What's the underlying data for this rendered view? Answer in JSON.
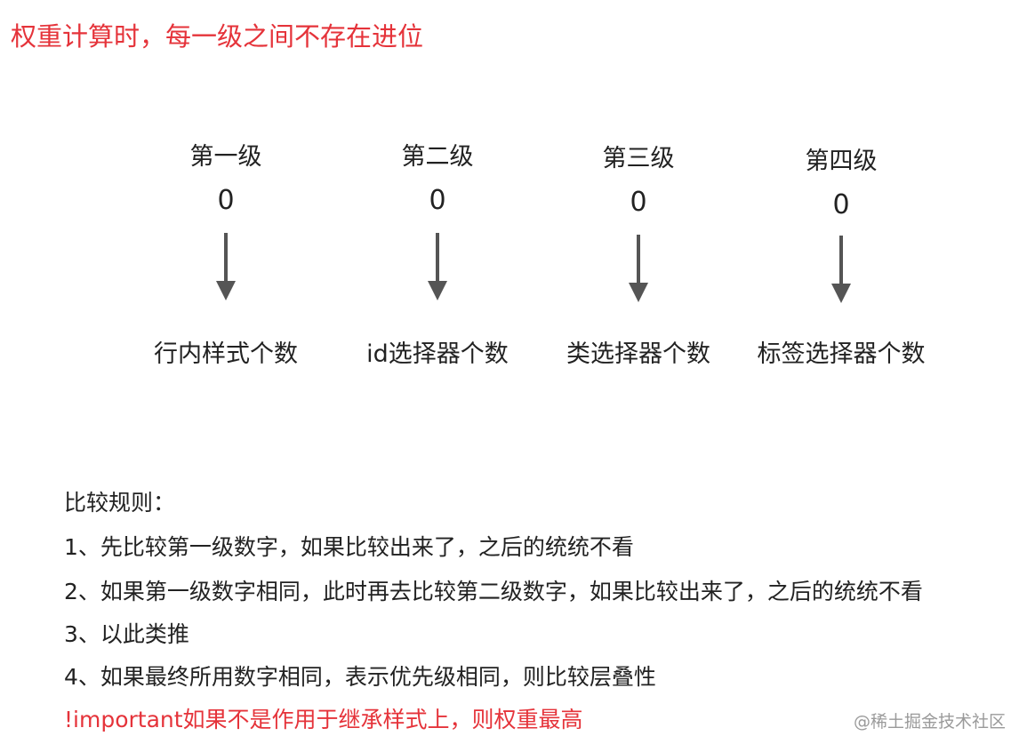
{
  "title": "权重计算时，每一级之间不存在进位",
  "levels": [
    {
      "name": "第一级",
      "value": "0",
      "desc": "行内样式个数"
    },
    {
      "name": "第二级",
      "value": "0",
      "desc": "id选择器个数"
    },
    {
      "name": "第三级",
      "value": "0",
      "desc": "类选择器个数"
    },
    {
      "name": "第四级",
      "value": "0",
      "desc": "标签选择器个数"
    }
  ],
  "rules": {
    "heading": "比较规则：",
    "items": [
      "1、先比较第一级数字，如果比较出来了，之后的统统不看",
      "2、如果第一级数字相同，此时再去比较第二级数字，如果比较出来了，之后的统统不看",
      "3、以此类推",
      "4、如果最终所用数字相同，表示优先级相同，则比较层叠性"
    ],
    "note": "!important如果不是作用于继承样式上，则权重最高"
  },
  "watermark": "@稀土掘金技术社区",
  "colors": {
    "accent_red": "#e5333a",
    "text": "#222222",
    "arrow": "#555555",
    "watermark": "#9a9a9a"
  }
}
